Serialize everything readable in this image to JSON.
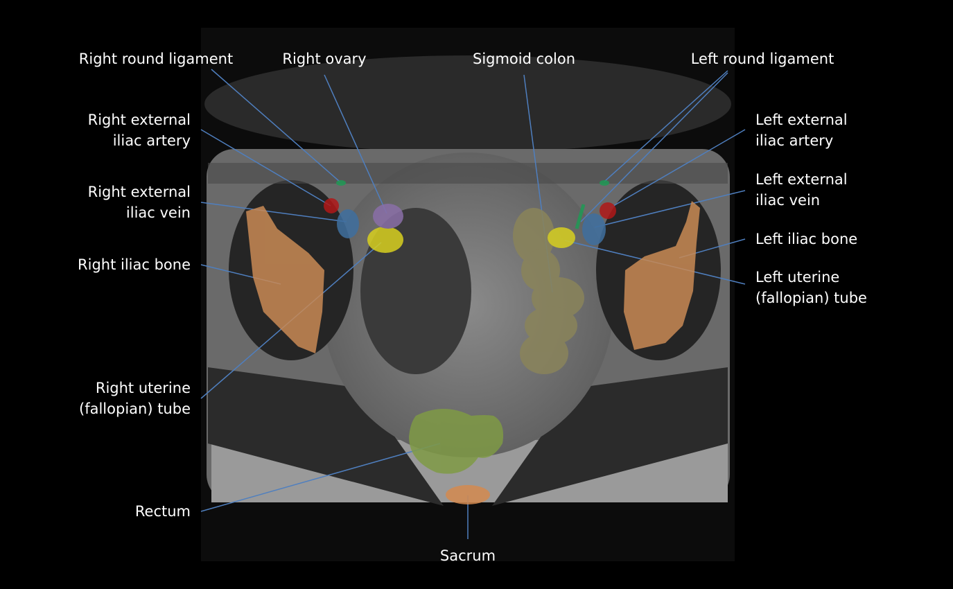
{
  "labels": {
    "right_round_ligament": "Right round ligament",
    "right_ovary": "Right ovary",
    "sigmoid_colon": "Sigmoid colon",
    "left_round_ligament": "Left round ligament",
    "right_external_iliac_artery": [
      "Right external",
      "iliac artery"
    ],
    "right_external_iliac_vein": [
      "Right external",
      "iliac vein"
    ],
    "right_iliac_bone": "Right iliac bone",
    "right_uterine_tube": [
      "Right uterine",
      "(fallopian) tube"
    ],
    "rectum": "Rectum",
    "sacrum": "Sacrum",
    "left_external_iliac_artery": [
      "Left external",
      "iliac artery"
    ],
    "left_external_iliac_vein": [
      "Left external",
      "iliac vein"
    ],
    "left_iliac_bone": "Left iliac bone",
    "left_uterine_tube": [
      "Left uterine",
      "(fallopian) tube"
    ]
  },
  "colors": {
    "leader_line": "#4f7fbf",
    "bone": "#c98a55",
    "rectum": "#7f9a45",
    "sigmoid": "#8a845a",
    "tube": "#d8d020",
    "ovary": "#8a6fa8",
    "artery": "#b01818",
    "vein": "#3f6f9f",
    "ligament": "#1f9a55"
  }
}
